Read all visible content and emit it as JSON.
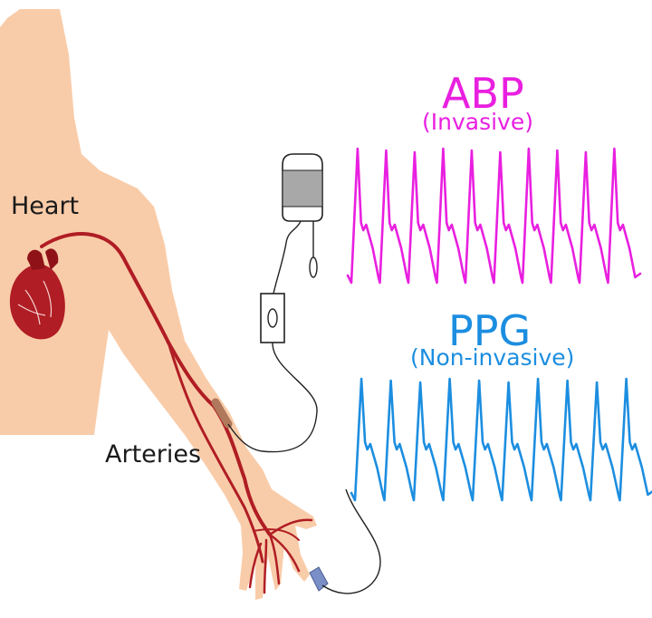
{
  "labels": {
    "heart": "Heart",
    "arteries": "Arteries",
    "abp_title": "ABP",
    "abp_subtitle": "(Invasive)",
    "ppg_title": "PPG",
    "ppg_subtitle": "(Non-invasive)"
  },
  "colors": {
    "skin": "#f9cca9",
    "artery": "#b01d24",
    "abp": "#e91fe0",
    "ppg": "#1c8ee0",
    "catheter": "#b0785c",
    "sensor": "#7a8fc7"
  },
  "icons": [
    "heart-icon",
    "iv-bag-icon",
    "pressure-transducer-icon",
    "pulse-oximeter-sensor-icon"
  ]
}
